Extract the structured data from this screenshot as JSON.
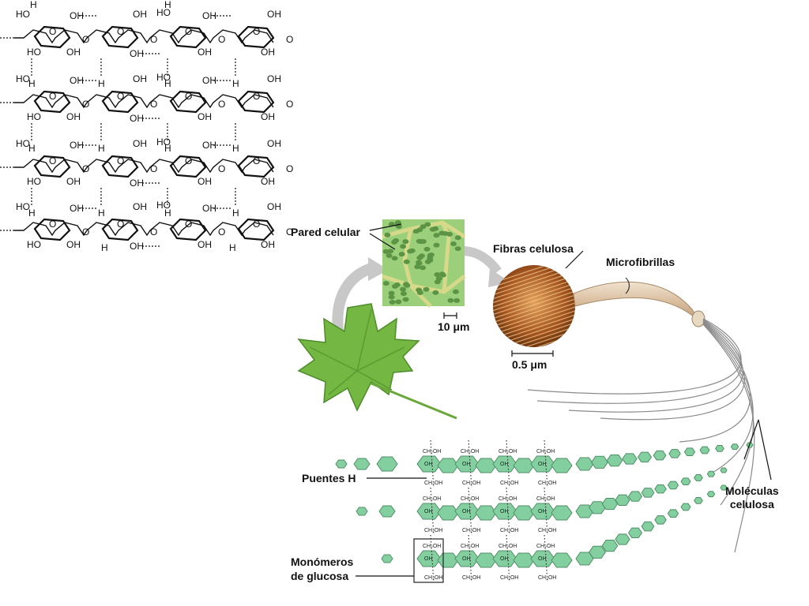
{
  "chem": {
    "oh": "OH",
    "ho": "HO",
    "h": "H",
    "o": "O",
    "ch2oh": "CH₂OH"
  },
  "labels": {
    "pared_celular": "Pared celular",
    "fibras_celulosa": "Fibras celulosa",
    "microfibrillas": "Microfibrillas",
    "puentes_h": "Puentes H",
    "moleculas_line1": "Moléculas",
    "moleculas_line2": "celulosa",
    "monomeros_line1": "Monómeros",
    "monomeros_line2": "de glucosa"
  },
  "scales": {
    "cell": "10 μm",
    "fiber": "0.5 μm"
  },
  "colors": {
    "leaf": "#6fb33e",
    "cell_bg": "#9bcf7a",
    "glucose": "#84cfa0",
    "fiber": "#b0602a",
    "microfibril": "#d9c0a4",
    "arrow": "#c8c8c8"
  }
}
